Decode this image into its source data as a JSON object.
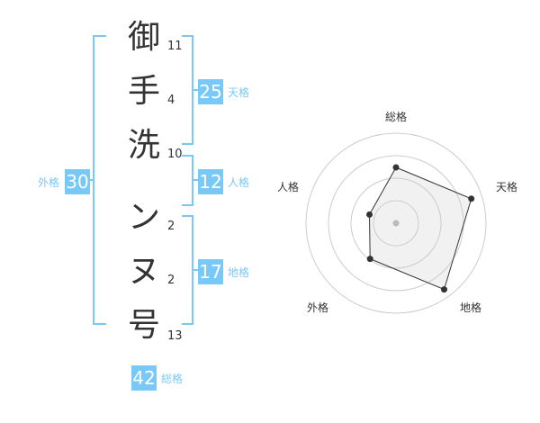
{
  "name_chars": [
    {
      "char": "御",
      "strokes": "11"
    },
    {
      "char": "手",
      "strokes": "4"
    },
    {
      "char": "洗",
      "strokes": "10"
    },
    {
      "char": "ン",
      "strokes": "2"
    },
    {
      "char": "ヌ",
      "strokes": "2"
    },
    {
      "char": "号",
      "strokes": "13"
    }
  ],
  "kaku": {
    "tenkaku": {
      "value": "25",
      "label": "天格"
    },
    "jinkaku": {
      "value": "12",
      "label": "人格"
    },
    "chikaku": {
      "value": "17",
      "label": "地格"
    },
    "gaikaku": {
      "value": "30",
      "label": "外格"
    },
    "soukaku": {
      "value": "42",
      "label": "総格"
    }
  },
  "colors": {
    "accent": "#78c9f7",
    "text": "#333333",
    "grid": "#cccccc"
  },
  "chart_data": {
    "type": "radar",
    "axes": [
      "総格",
      "天格",
      "地格",
      "外格",
      "人格"
    ],
    "values": [
      0.62,
      0.88,
      0.91,
      0.49,
      0.31
    ],
    "rings": 4,
    "grid": true
  }
}
